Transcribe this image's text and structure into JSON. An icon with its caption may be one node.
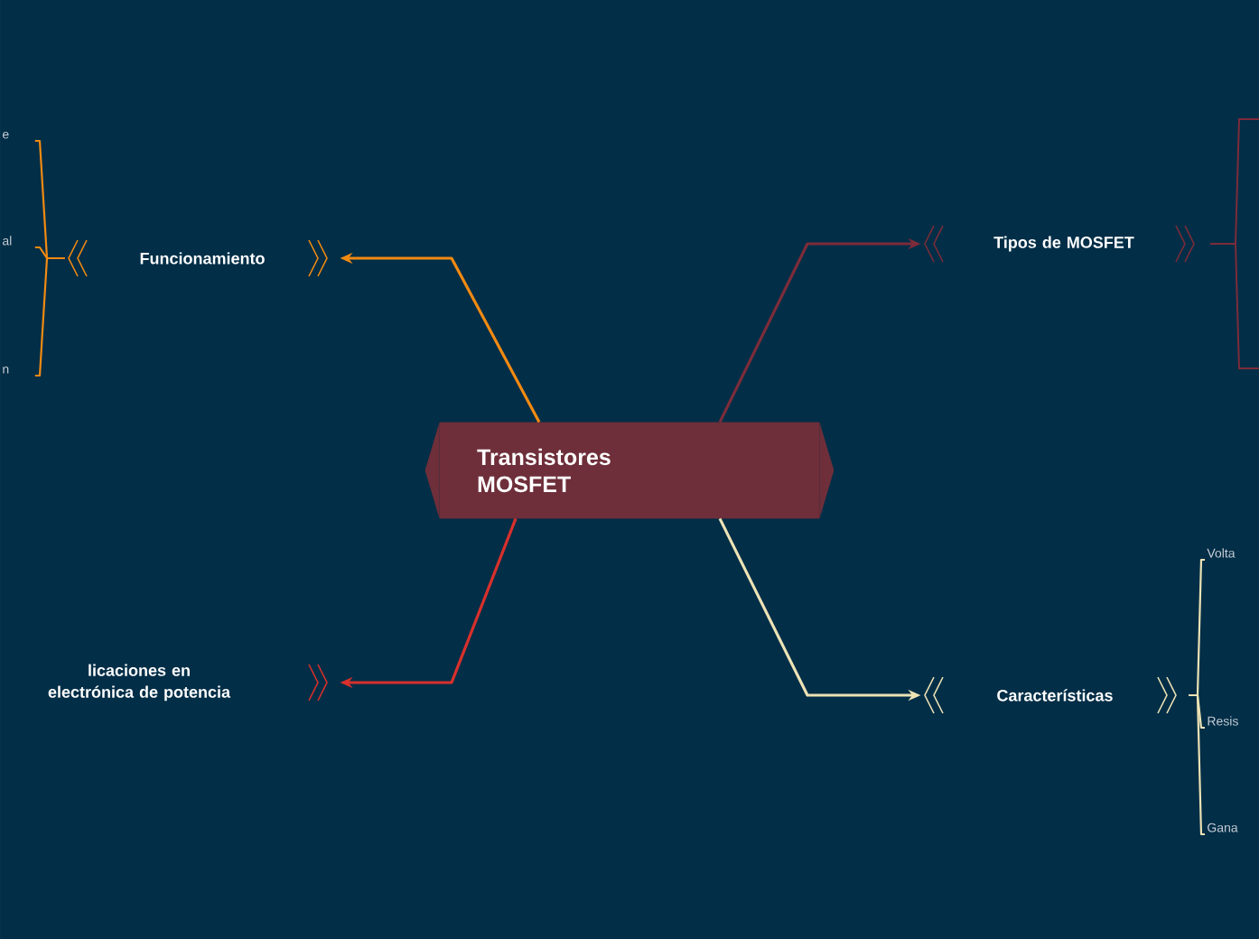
{
  "diagram": {
    "nodes": [
      {
        "text": [
          "Transistores MOSFET"
        ]
      },
      {
        "text": [
          "Funcionamiento"
        ]
      },
      {
        "text": [
          "e"
        ]
      },
      {
        "text": [
          "al"
        ]
      },
      {
        "text": [
          "n"
        ]
      },
      {
        "text": [
          "Tipos de MOSFET"
        ]
      },
      {
        "text": [
          "licaciones en electrónica de potencia"
        ]
      },
      {
        "text": [
          "Características"
        ]
      },
      {
        "text": [
          "Volta"
        ]
      },
      {
        "text": [
          "Resis"
        ]
      },
      {
        "text": [
          "Gana"
        ]
      }
    ],
    "edges": [
      {
        "from": 0,
        "to": 1,
        "arrow": "to",
        "color": "#f28a12"
      },
      {
        "from": 0,
        "to": 5,
        "arrow": "to",
        "color": "#7d2c3a"
      },
      {
        "from": 0,
        "to": 6,
        "arrow": "to",
        "color": "#d9302c"
      },
      {
        "from": 0,
        "to": 7,
        "arrow": "to",
        "color": "#ede3b5"
      },
      {
        "from": 1,
        "to": 2,
        "arrow": "none",
        "color": "#f28a12"
      },
      {
        "from": 1,
        "to": 3,
        "arrow": "none",
        "color": "#f28a12"
      },
      {
        "from": 1,
        "to": 4,
        "arrow": "none",
        "color": "#f28a12"
      },
      {
        "from": 7,
        "to": 8,
        "arrow": "none",
        "color": "#ede3b5"
      },
      {
        "from": 7,
        "to": 9,
        "arrow": "none",
        "color": "#ede3b5"
      },
      {
        "from": 7,
        "to": 10,
        "arrow": "none",
        "color": "#ede3b5"
      }
    ]
  }
}
